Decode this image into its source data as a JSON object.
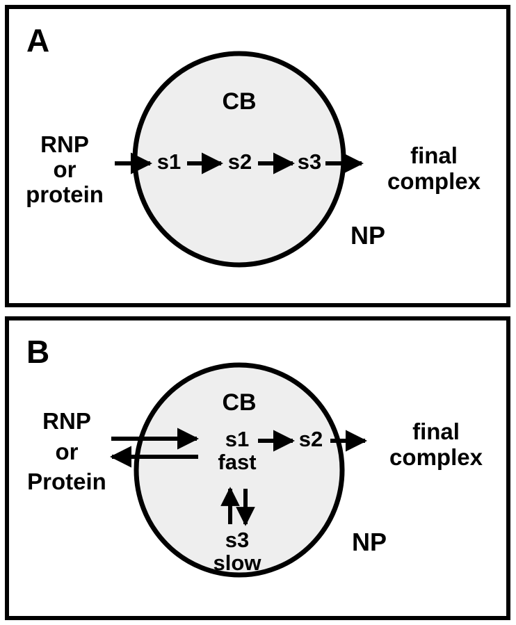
{
  "figure": {
    "type": "scientific-schematic-diagram",
    "description": "Two-panel schematic of macromolecular assembly pathways through the Cajal body (CB) within the nucleoplasm (NP)",
    "background_color": "#ffffff",
    "stroke_color": "#000000",
    "organelle_fill_color": "#eeeeee"
  },
  "panels": [
    {
      "id": "A",
      "letter": "A",
      "compartment_label": "CB",
      "surrounding_label": "NP",
      "input_label": "RNP\nor\nprotein",
      "output_label": "final\ncomplex",
      "states": [
        "s1",
        "s2",
        "s3"
      ],
      "arrows": [
        {
          "name": "input-entry-arrow",
          "direction": "right",
          "from": "RNP or protein",
          "to": "s1"
        },
        {
          "name": "s1-to-s2-arrow",
          "direction": "right",
          "from": "s1",
          "to": "s2"
        },
        {
          "name": "s2-to-s3-arrow",
          "direction": "right",
          "from": "s2",
          "to": "s3"
        },
        {
          "name": "output-exit-arrow",
          "direction": "right",
          "from": "s3",
          "to": "final complex"
        }
      ]
    },
    {
      "id": "B",
      "letter": "B",
      "compartment_label": "CB",
      "surrounding_label": "NP",
      "input_label": "RNP\nor\nProtein",
      "output_label": "final\ncomplex",
      "states": [
        "s1",
        "s2",
        "s3"
      ],
      "state_annotations": {
        "s1": "fast",
        "s3": "slow"
      },
      "arrows": [
        {
          "name": "input-entry-arrow",
          "direction": "right",
          "from": "RNP or Protein",
          "to": "s1"
        },
        {
          "name": "input-return-arrow",
          "direction": "left",
          "from": "s1",
          "to": "RNP or Protein"
        },
        {
          "name": "s1-to-s2-arrow",
          "direction": "right",
          "from": "s1",
          "to": "s2"
        },
        {
          "name": "output-exit-arrow",
          "direction": "right",
          "from": "s2",
          "to": "final complex"
        },
        {
          "name": "s3-to-s1-arrow",
          "direction": "up",
          "from": "s3",
          "to": "s1"
        },
        {
          "name": "s1-to-s3-arrow",
          "direction": "down",
          "from": "s1",
          "to": "s3"
        }
      ]
    }
  ],
  "panel_a": {
    "letter": "A",
    "cb": "CB",
    "np": "NP",
    "input_line1": "RNP",
    "input_line2": "or",
    "input_line3": "protein",
    "s1": "s1",
    "s2": "s2",
    "s3": "s3",
    "output_line1": "final",
    "output_line2": "complex"
  },
  "panel_b": {
    "letter": "B",
    "cb": "CB",
    "np": "NP",
    "input_line1": "RNP",
    "input_line2": "or",
    "input_line3": "Protein",
    "s1": "s1",
    "s1_note": "fast",
    "s2": "s2",
    "s3": "s3",
    "s3_note": "slow",
    "output_line1": "final",
    "output_line2": "complex"
  }
}
